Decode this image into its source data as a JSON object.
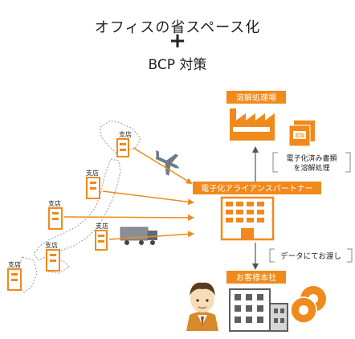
{
  "header": {
    "line1": "オフィスの省スペース化",
    "plus": "+",
    "line2": "BCP 対策"
  },
  "branch_label": "支店",
  "dissolve": {
    "label": "溶解処理場",
    "box_label": "書類",
    "note_line1": "電子化済み書類",
    "note_line2": "を溶解処理"
  },
  "partner": {
    "label": "電子化アライアンスパートナー"
  },
  "data_note": "データにてお渡し",
  "customer": {
    "label": "お客様本社"
  },
  "colors": {
    "orange": "#f08a1c",
    "gray": "#7b7b7b",
    "map_fill": "#ffffff"
  }
}
